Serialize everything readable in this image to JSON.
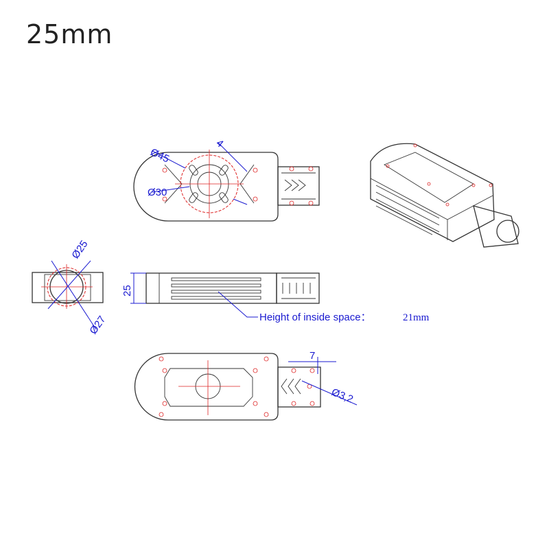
{
  "title": "25mm",
  "dimensions": {
    "top_outer_diameter": "Ø45",
    "top_slot_width": "4",
    "top_inner_diameter": "Ø30",
    "end_inner_diameter": "Ø25",
    "end_outer_diameter": "Ø27",
    "side_height": "25",
    "inside_height_label": "Height of inside space：",
    "inside_height_value": "21mm",
    "bottom_offset": "7",
    "hole_diameter": "Ø3,2"
  },
  "colors": {
    "dimension": "#1a1ad0",
    "centerline": "#dd2222",
    "outline": "#333333"
  }
}
